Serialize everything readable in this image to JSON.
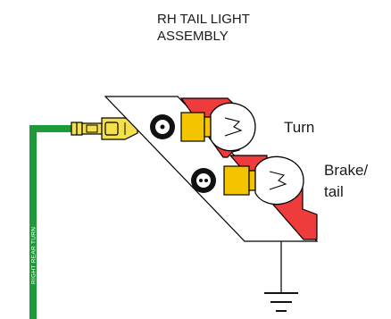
{
  "title": {
    "line1": "RH TAIL LIGHT",
    "line2": "ASSEMBLY"
  },
  "bulbs": {
    "turn_label": "Turn",
    "brake_label_line1": "Brake/",
    "brake_label_line2": "tail"
  },
  "wire": {
    "label": "RIGHT REAR TURN",
    "color": "#1f9a3a"
  },
  "colors": {
    "housing_red": "#ee3b3b",
    "bulb_base": "#f5c400",
    "connector": "#f4e04d",
    "socket": "#111111",
    "ground": "#111111"
  },
  "icons": {
    "connector": "bullet-connector-icon",
    "socket": "bulb-socket-icon",
    "bulb": "light-bulb-icon",
    "ground": "ground-symbol-icon"
  }
}
